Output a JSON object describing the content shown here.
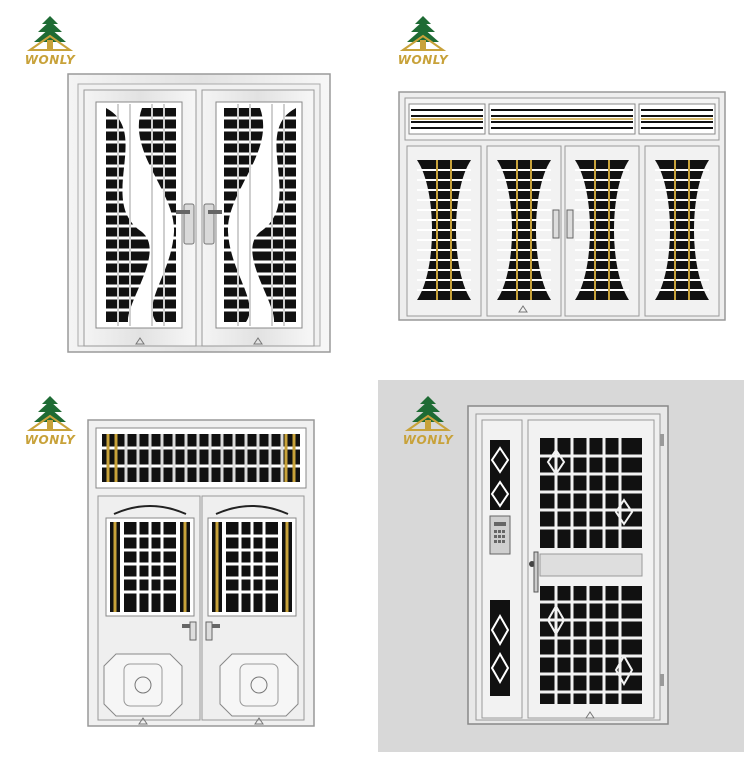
{
  "brand": {
    "name": "WONLY",
    "tree_color": "#1e6b34",
    "text_color": "#c8a23a"
  },
  "panels": [
    {
      "name": "double-door-curved-grille"
    },
    {
      "name": "four-leaf-door-with-transom"
    },
    {
      "name": "double-door-with-panels"
    },
    {
      "name": "mother-son-door"
    }
  ]
}
